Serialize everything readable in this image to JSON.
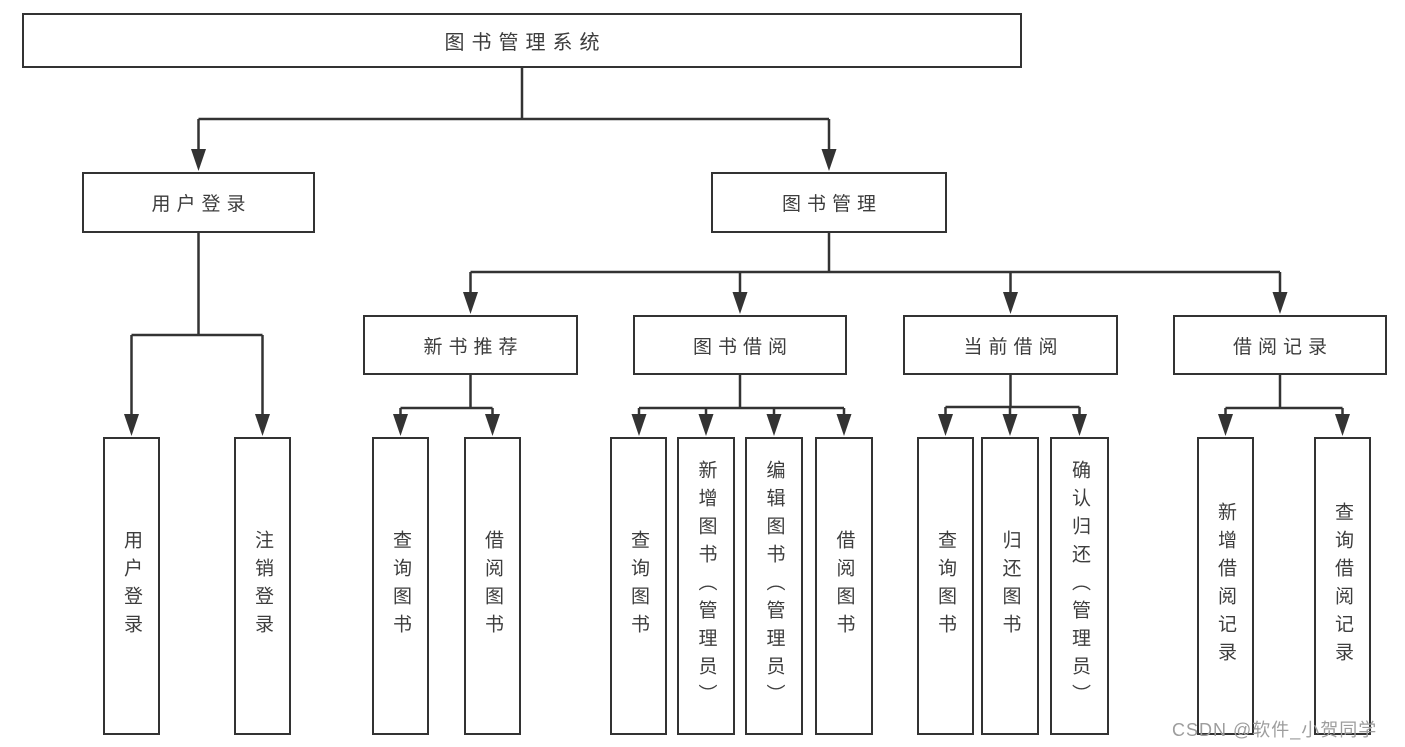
{
  "diagram": {
    "colors": {
      "line": "#333333",
      "box_border": "#333333",
      "text": "#3d3d3d",
      "background": "#ffffff",
      "watermark": "#9d9d9d"
    },
    "tree": {
      "root": {
        "label": "图书管理系统"
      },
      "children": [
        {
          "label": "用户登录",
          "children": [
            {
              "label": "用户登录"
            },
            {
              "label": "注销登录"
            }
          ]
        },
        {
          "label": "图书管理",
          "children": [
            {
              "label": "新书推荐",
              "children": [
                {
                  "label": "查询图书"
                },
                {
                  "label": "借阅图书"
                }
              ]
            },
            {
              "label": "图书借阅",
              "children": [
                {
                  "label": "查询图书"
                },
                {
                  "label": "新增图书（管理员）"
                },
                {
                  "label": "编辑图书（管理员）"
                },
                {
                  "label": "借阅图书"
                }
              ]
            },
            {
              "label": "当前借阅",
              "children": [
                {
                  "label": "查询图书"
                },
                {
                  "label": "归还图书"
                },
                {
                  "label": "确认归还（管理员）"
                }
              ]
            },
            {
              "label": "借阅记录",
              "children": [
                {
                  "label": "新增借阅记录"
                },
                {
                  "label": "查询借阅记录"
                }
              ]
            }
          ]
        }
      ]
    },
    "watermark": {
      "text": "CSDN @软件_小贺同学"
    }
  }
}
